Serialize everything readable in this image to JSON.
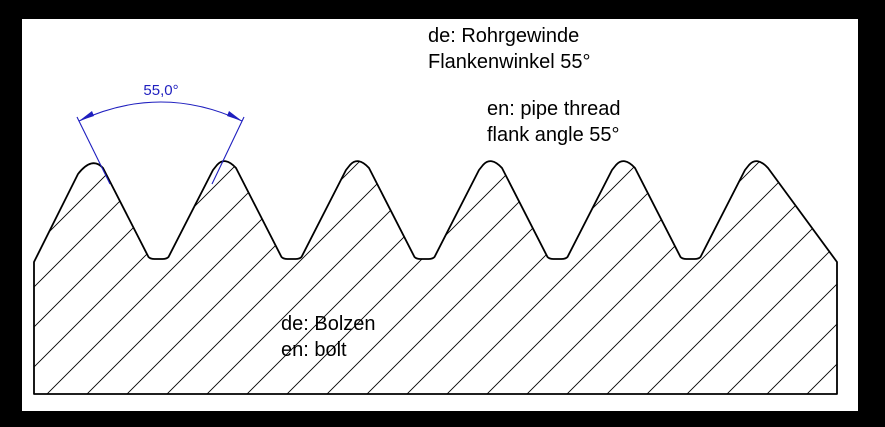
{
  "labels": {
    "de_thread_name": "de: Rohrgewinde",
    "de_flank_angle": "Flankenwinkel 55°",
    "en_thread_name": "en: pipe thread",
    "en_flank_angle": "flank angle 55°",
    "de_part": "de: Bolzen",
    "en_part": "en: bolt"
  },
  "dimension": {
    "angle_text": "55,0°"
  },
  "colors": {
    "background": "#000000",
    "paper": "#ffffff",
    "outline": "#000000",
    "dimension": "#1f1fbf",
    "hatch": "#000000"
  },
  "thread": {
    "tooth_count": 6
  }
}
